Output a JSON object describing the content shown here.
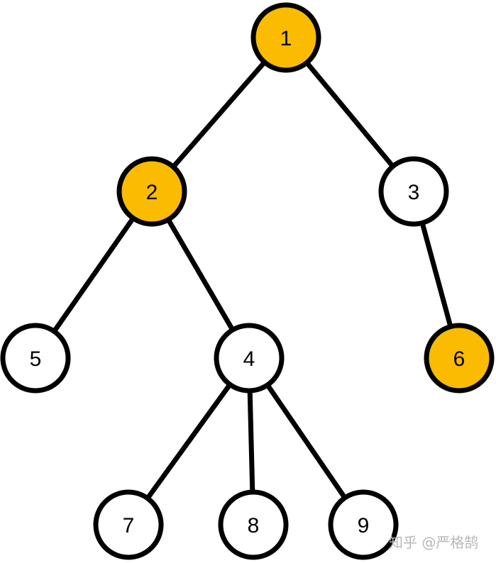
{
  "colors": {
    "highlight": "#FBBB00",
    "normal": "#FFFFFF",
    "stroke": "#000000"
  },
  "tree": {
    "nodes": [
      {
        "id": "1",
        "label": "1",
        "highlighted": true
      },
      {
        "id": "2",
        "label": "2",
        "highlighted": true
      },
      {
        "id": "3",
        "label": "3",
        "highlighted": false
      },
      {
        "id": "5",
        "label": "5",
        "highlighted": false
      },
      {
        "id": "4",
        "label": "4",
        "highlighted": false
      },
      {
        "id": "6",
        "label": "6",
        "highlighted": true
      },
      {
        "id": "7",
        "label": "7",
        "highlighted": false
      },
      {
        "id": "8",
        "label": "8",
        "highlighted": false
      },
      {
        "id": "9",
        "label": "9",
        "highlighted": false
      }
    ],
    "edges": [
      {
        "from": "1",
        "to": "2"
      },
      {
        "from": "1",
        "to": "3"
      },
      {
        "from": "2",
        "to": "5"
      },
      {
        "from": "2",
        "to": "4"
      },
      {
        "from": "3",
        "to": "6"
      },
      {
        "from": "4",
        "to": "7"
      },
      {
        "from": "4",
        "to": "8"
      },
      {
        "from": "4",
        "to": "9"
      }
    ]
  },
  "watermark": "知乎 @严格鹄"
}
